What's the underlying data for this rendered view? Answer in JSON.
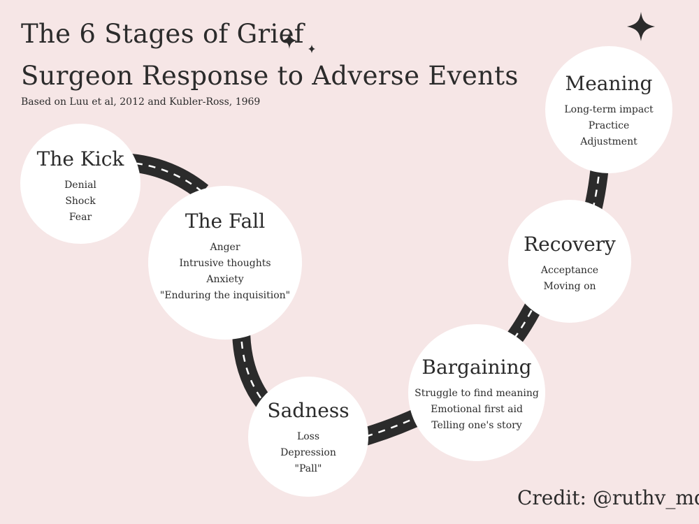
{
  "header": {
    "title_line1": "The 6 Stages of Grief",
    "title_line2": "Surgeon Response to Adverse Events",
    "subtitle": "Based on Luu et al, 2012 and Kubler-Ross, 1969"
  },
  "credit": "Credit: @ruthv_md",
  "colors": {
    "background": "#f6e6e6",
    "circle": "#ffffff",
    "road": "#2b2b2b",
    "road_dash": "#ffffff",
    "text": "#2b2b2b"
  },
  "stages": [
    {
      "title": "The Kick",
      "items": [
        "Denial",
        "Shock",
        "Fear"
      ]
    },
    {
      "title": "The Fall",
      "items": [
        "Anger",
        "Intrusive thoughts",
        "Anxiety",
        "\"Enduring the inquisition\""
      ]
    },
    {
      "title": "Sadness",
      "items": [
        "Loss",
        "Depression",
        "\"Pall\""
      ]
    },
    {
      "title": "Bargaining",
      "items": [
        "Struggle to find meaning",
        "Emotional first aid",
        "Telling one's story"
      ]
    },
    {
      "title": "Recovery",
      "items": [
        "Acceptance",
        "Moving on"
      ]
    },
    {
      "title": "Meaning",
      "items": [
        "Long-term impact",
        "Practice",
        "Adjustment"
      ]
    }
  ]
}
